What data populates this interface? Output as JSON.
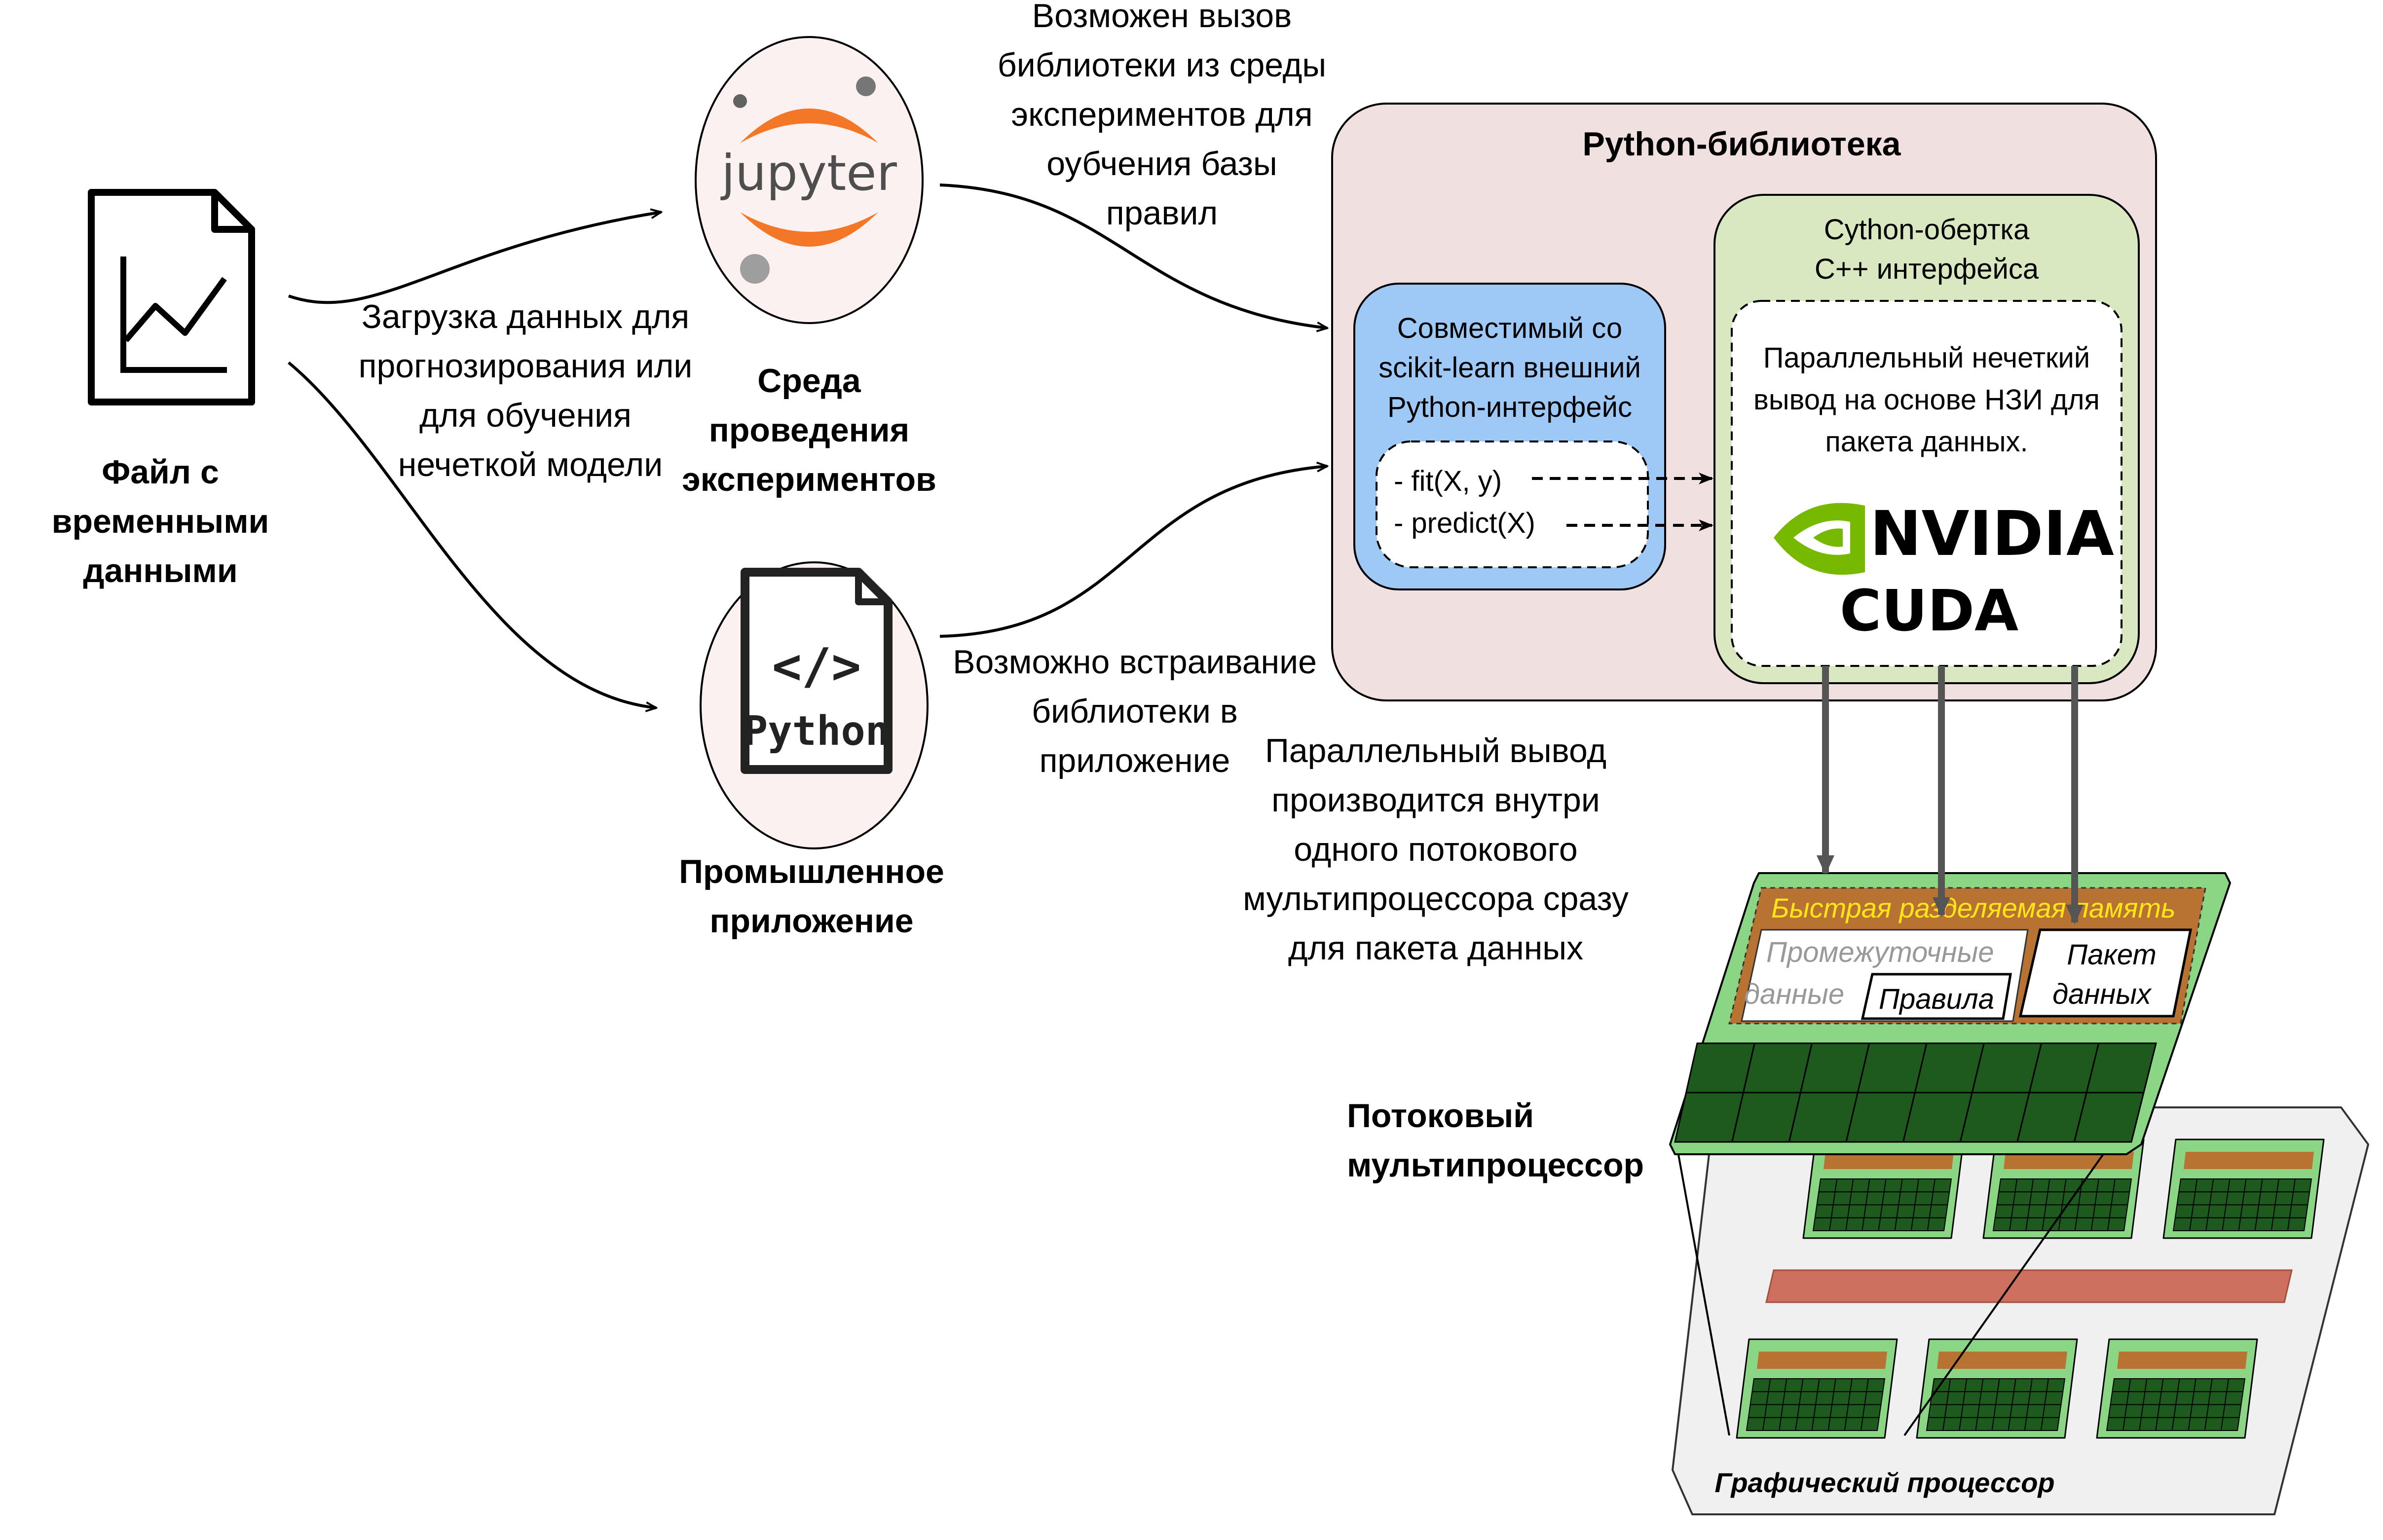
{
  "file": {
    "label_lines": [
      "Файл с",
      "временными",
      "данными"
    ],
    "icon": "chart-document-icon"
  },
  "load_text_lines": [
    "Загрузка данных для",
    "прогнозирования или",
    "для обучения",
    "нечеткой модели"
  ],
  "jupyter": {
    "logo_text": "jupyter",
    "label_lines": [
      "Среда",
      "проведения",
      "экспериментов"
    ],
    "icon": "jupyter-logo-icon"
  },
  "python_app": {
    "logo_text": "Python",
    "code_symbol": "</>",
    "label_lines": [
      "Промышленное",
      "приложение"
    ],
    "icon": "python-file-icon"
  },
  "call_text_lines": [
    "Возможен вызов",
    "библиотеки из среды",
    "экспериментов для",
    "оубчения базы",
    "правил"
  ],
  "embed_text_lines": [
    "Возможно встраивание",
    "библиотеки в",
    "приложение"
  ],
  "library": {
    "title": "Python-библиотека",
    "sklearn_lines": [
      "Совместимый со",
      "scikit-learn внешний",
      "Python-интерфейс"
    ],
    "methods": [
      "- fit(X, y)",
      "- predict(X)"
    ],
    "cython_lines": [
      "Cython-обертка",
      "С++ интерфейса"
    ],
    "inference_lines": [
      "Параллельный нечеткий",
      "вывод на основе НЗИ для",
      "пакета данных."
    ],
    "nvidia_text": "NVIDIA",
    "cuda_text": "CUDA"
  },
  "parallel_text_lines": [
    "Параллельный вывод",
    "производится внутри",
    "одного потокового",
    "мультипроцессора сразу",
    "для пакета данных"
  ],
  "sm": {
    "label_lines": [
      "Потоковый",
      "мультипроцессор"
    ],
    "shared_memory": "Быстрая разделяемая память",
    "intermediate_lines": [
      "Промежуточные",
      "данные"
    ],
    "rules": "Правила",
    "batch_lines": [
      "Пакет",
      "данных"
    ]
  },
  "gpu": {
    "label": "Графический процессор"
  },
  "colors": {
    "library_bg": "#f0e0df",
    "sklearn_bg": "#9ec8f6",
    "cython_bg": "#d9e8c0",
    "sm_green": "#8bd685",
    "sm_brown": "#b87333",
    "core_dark": "#1e5a1e",
    "gpu_bg": "#f0f0f0",
    "l2_bar": "#cd7060",
    "jupyter_orange": "#f37726",
    "nvidia_green": "#76b900"
  }
}
